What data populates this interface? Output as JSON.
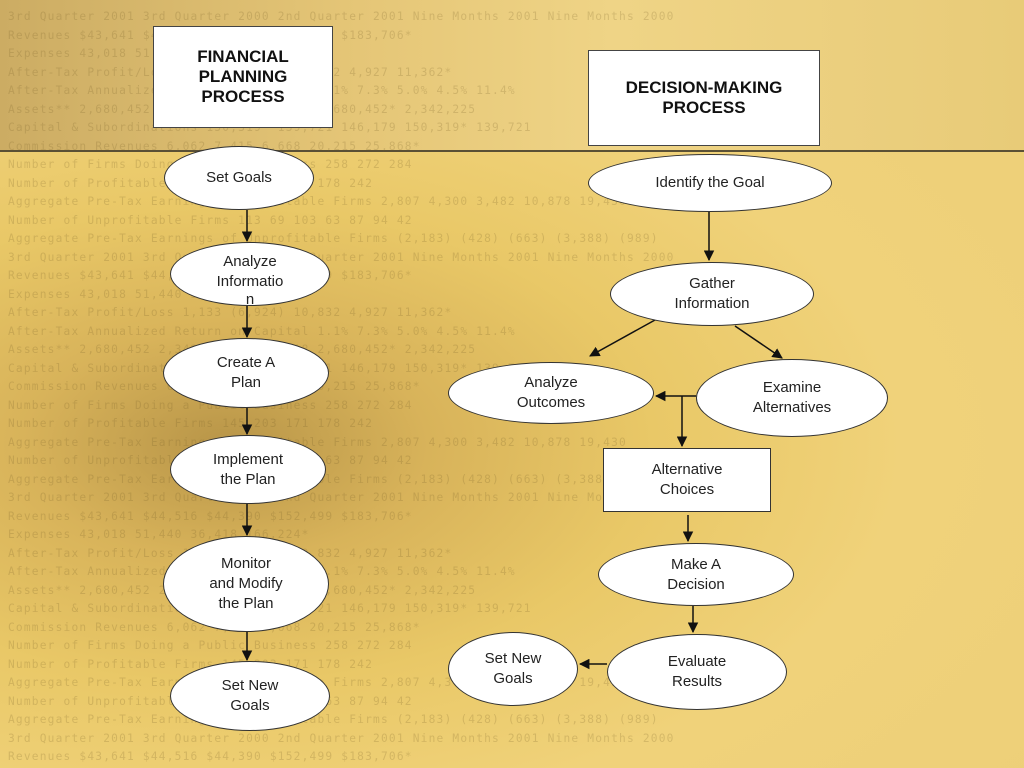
{
  "background_text": [
    "3rd Quarter 2001 3rd Quarter 2000 2nd Quarter 2001 Nine Months 2001 Nine Months 2000",
    "Revenues $43,641 $44,516 $44,390 $152,499 $183,706*",
    "Expenses 43,018 51,440 36,418 166,224*",
    "After-Tax Profit/Loss 1,133 (6,924) 10,832 4,927 11,362*",
    "After-Tax Annualized Return on Capital 1.1% 7.3% 5.0% 4.5% 11.4%",
    "Assets** 2,680,452 2,342,225 2,562,618 2,680,452* 2,342,225",
    "Capital & Subordinations 150,319* 139,721 146,179 150,319* 139,721",
    "Commission Revenues 6,062 7,415 6,668 20,215 25,868*",
    "Number of Firms Doing a Public Business 258 272 284",
    "Number of Profitable Firms 145 203 171 178 242",
    "Aggregate Pre-Tax Earnings of Profitable Firms 2,807 4,300 3,482 10,878 19,430",
    "Number of Unprofitable Firms 113 69 103 63 87 94 42",
    "Aggregate Pre-Tax Earnings of Unprofitable Firms (2,183) (428) (663) (3,388) (989)"
  ],
  "financial": {
    "title_line1": "FINANCIAL",
    "title_line2": "PLANNING",
    "title_line3": "PROCESS",
    "steps": {
      "set_goals": "Set Goals",
      "analyze_info_line1": "Analyze",
      "analyze_info_line2": "Informatio",
      "analyze_info_line3": "n",
      "create_plan_line1": "Create A",
      "create_plan_line2": "Plan",
      "implement_line1": "Implement",
      "implement_line2": "the Plan",
      "monitor_line1": "Monitor",
      "monitor_line2": "and Modify",
      "monitor_line3": "the Plan",
      "new_goals_line1": "Set New",
      "new_goals_line2": "Goals"
    }
  },
  "decision": {
    "title_line1": "DECISION-MAKING",
    "title_line2": "PROCESS",
    "steps": {
      "identify_goal": "Identify the Goal",
      "gather_line1": "Gather",
      "gather_line2": "Information",
      "analyze_outcomes_line1": "Analyze",
      "analyze_outcomes_line2": "Outcomes",
      "examine_line1": "Examine",
      "examine_line2": "Alternatives",
      "alt_choices_line1": "Alternative",
      "alt_choices_line2": "Choices",
      "decision_line1": "Make A",
      "decision_line2": "Decision",
      "evaluate_line1": "Evaluate",
      "evaluate_line2": "Results",
      "new_goals_line1": "Set New",
      "new_goals_line2": "Goals"
    }
  },
  "colors": {
    "background_gold": "#e9c867",
    "box_fill": "#ffffff",
    "stroke": "#222222"
  }
}
